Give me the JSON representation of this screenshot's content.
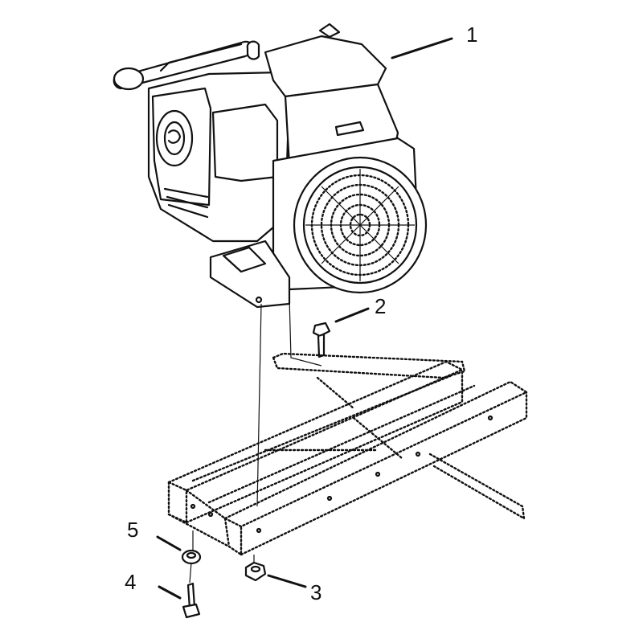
{
  "diagram": {
    "callouts": [
      {
        "id": "1",
        "label": "1"
      },
      {
        "id": "2",
        "label": "2"
      },
      {
        "id": "3",
        "label": "3"
      },
      {
        "id": "4",
        "label": "4"
      },
      {
        "id": "5",
        "label": "5"
      }
    ],
    "colors": {
      "ink": "#111111",
      "background": "#ffffff"
    }
  }
}
